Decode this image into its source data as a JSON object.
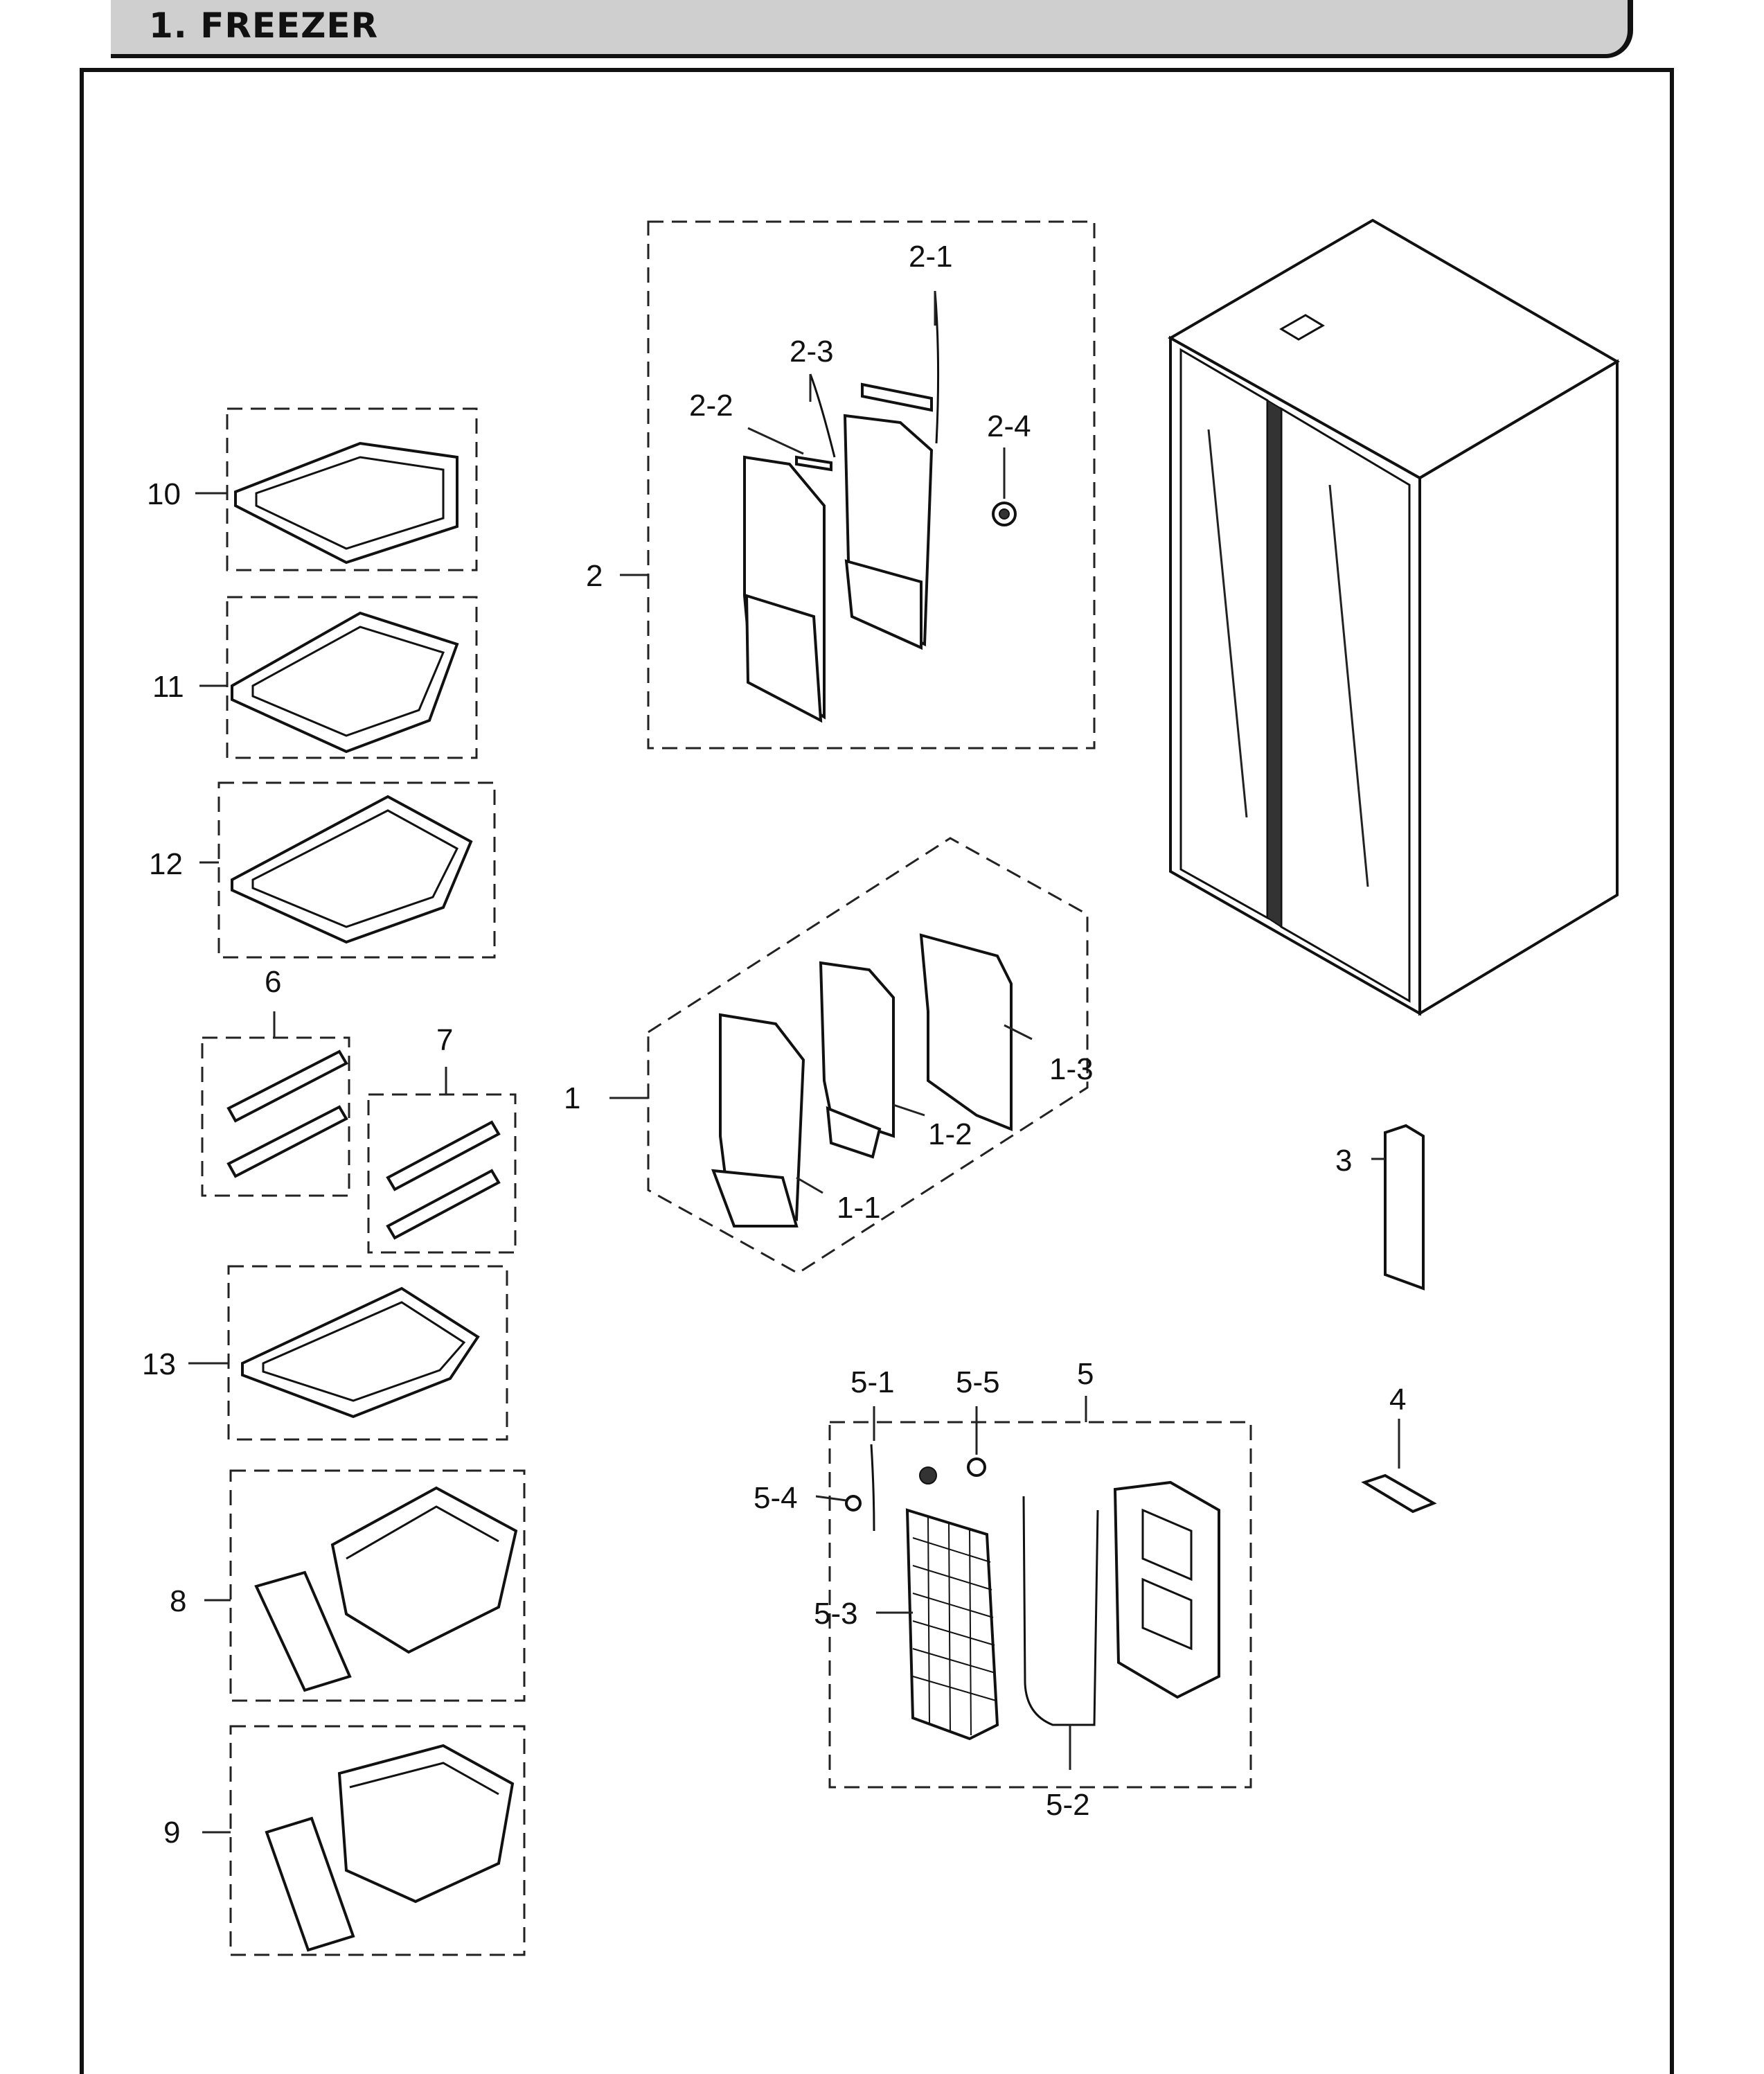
{
  "header": {
    "title": "1. FREEZER"
  },
  "labels": {
    "l1": "1",
    "l1_1": "1-1",
    "l1_2": "1-2",
    "l1_3": "1-3",
    "l2": "2",
    "l2_1": "2-1",
    "l2_2": "2-2",
    "l2_3": "2-3",
    "l2_4": "2-4",
    "l3": "3",
    "l4": "4",
    "l5": "5",
    "l5_1": "5-1",
    "l5_2": "5-2",
    "l5_3": "5-3",
    "l5_4": "5-4",
    "l5_5": "5-5",
    "l6": "6",
    "l7": "7",
    "l8": "8",
    "l9": "9",
    "l10": "10",
    "l11": "11",
    "l12": "12",
    "l13": "13"
  }
}
